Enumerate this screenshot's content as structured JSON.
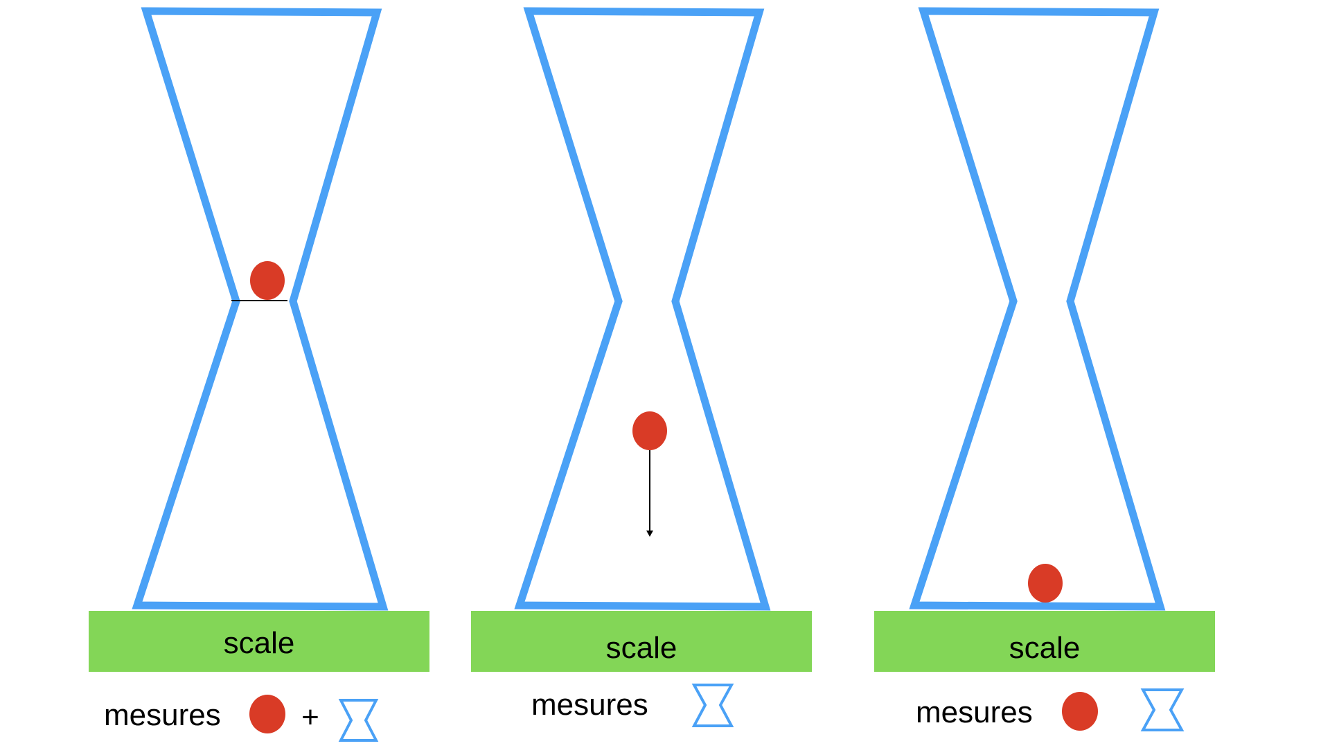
{
  "colors": {
    "glass": "#4aa1f6",
    "scale": "#83d657",
    "ball": "#d93b26",
    "line": "#000000",
    "text": "#000000"
  },
  "panels": [
    {
      "id": "panel-1",
      "scale_label": "scale",
      "ball_state": "held-at-waist",
      "legend": {
        "text": "mesures",
        "items": [
          "ball",
          "plus",
          "hourglass"
        ],
        "plus": "+"
      }
    },
    {
      "id": "panel-2",
      "scale_label": "scale",
      "ball_state": "falling",
      "legend": {
        "text": "mesures",
        "items": [
          "hourglass"
        ]
      }
    },
    {
      "id": "panel-3",
      "scale_label": "scale",
      "ball_state": "resting-on-bottom",
      "legend": {
        "text": "mesures",
        "items": [
          "ball",
          "hourglass"
        ]
      }
    }
  ]
}
